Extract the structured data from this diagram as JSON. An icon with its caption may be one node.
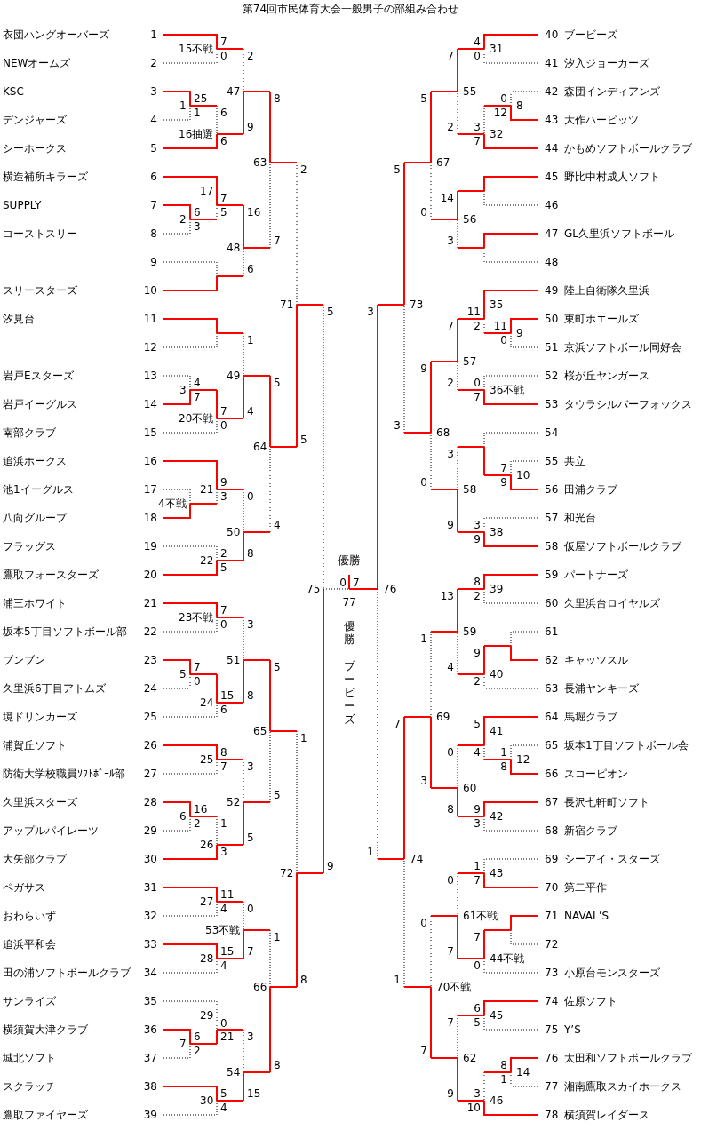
{
  "diagram": {
    "title": "第74回市民体育大会一般男子の部組み合わせ",
    "nodes": [
      {
        "text": [
          "衣団ハングオーバーズ",
          "1"
        ]
      },
      {
        "text": [
          "NEWオームズ",
          "2"
        ]
      },
      {
        "text": [
          "KSC",
          "3"
        ]
      },
      {
        "text": [
          "デンジャーズ",
          "4"
        ]
      },
      {
        "text": [
          "シーホークス",
          "5"
        ]
      },
      {
        "text": [
          "横造補所キラーズ",
          "6"
        ]
      },
      {
        "text": [
          "SUPPLY",
          "7"
        ]
      },
      {
        "text": [
          "コーストスリー",
          "8"
        ]
      },
      {
        "text": [
          "9"
        ]
      },
      {
        "text": [
          "スリースターズ",
          "10"
        ]
      },
      {
        "text": [
          "汐見台",
          "11"
        ]
      },
      {
        "text": [
          "12"
        ]
      },
      {
        "text": [
          "岩戸Eスターズ",
          "13"
        ]
      },
      {
        "text": [
          "岩戸イーグルス",
          "14"
        ]
      },
      {
        "text": [
          "南部クラブ",
          "15"
        ]
      },
      {
        "text": [
          "追浜ホークス",
          "16"
        ]
      },
      {
        "text": [
          "池1イーグルス",
          "17"
        ]
      },
      {
        "text": [
          "八向グループ",
          "18"
        ]
      },
      {
        "text": [
          "フラッグス",
          "19"
        ]
      },
      {
        "text": [
          "鷹取フォースターズ",
          "20"
        ]
      },
      {
        "text": [
          "浦三ホワイト",
          "21"
        ]
      },
      {
        "text": [
          "坂本5丁目ソフトボール部",
          "22"
        ]
      },
      {
        "text": [
          "ブンブン",
          "23"
        ]
      },
      {
        "text": [
          "久里浜6丁目アトムズ",
          "24"
        ]
      },
      {
        "text": [
          "境ドリンカーズ",
          "25"
        ]
      },
      {
        "text": [
          "浦賀丘ソフト",
          "26"
        ]
      },
      {
        "text": [
          "防衛大学校職員ｿﾌﾄﾎﾞｰﾙ部",
          "27"
        ]
      },
      {
        "text": [
          "久里浜スターズ",
          "28"
        ]
      },
      {
        "text": [
          "アップルパイレーツ",
          "29"
        ]
      },
      {
        "text": [
          "大矢部クラブ",
          "30"
        ]
      },
      {
        "text": [
          "ペガサス",
          "31"
        ]
      },
      {
        "text": [
          "おわらいず",
          "32"
        ]
      },
      {
        "text": [
          "追浜平和会",
          "33"
        ]
      },
      {
        "text": [
          "田の浦ソフトボールクラブ",
          "34"
        ]
      },
      {
        "text": [
          "サンライズ",
          "35"
        ]
      },
      {
        "text": [
          "横須賀大津クラブ",
          "36"
        ]
      },
      {
        "text": [
          "城北ソフト",
          "37"
        ]
      },
      {
        "text": [
          "スクラッチ",
          "38"
        ]
      },
      {
        "text": [
          "鷹取ファイヤーズ",
          "39"
        ]
      },
      {
        "text": [
          "40",
          "ブービーズ"
        ]
      },
      {
        "text": [
          "41",
          "汐入ジョーカーズ"
        ]
      },
      {
        "text": [
          "42",
          "森団インディアンズ"
        ]
      },
      {
        "text": [
          "43",
          "大作ハービッツ"
        ]
      },
      {
        "text": [
          "44",
          "かもめソフトボールクラブ"
        ]
      },
      {
        "text": [
          "45",
          "野比中村成人ソフト"
        ]
      },
      {
        "text": [
          "46"
        ]
      },
      {
        "text": [
          "47",
          "GL久里浜ソフトボール"
        ]
      },
      {
        "text": [
          "48"
        ]
      },
      {
        "text": [
          "49",
          "陸上自衛隊久里浜"
        ]
      },
      {
        "text": [
          "50",
          "東町ホエールズ"
        ]
      },
      {
        "text": [
          "51",
          "京浜ソフトボール同好会"
        ]
      },
      {
        "text": [
          "52",
          "桜が丘ヤンガース"
        ]
      },
      {
        "text": [
          "53",
          "タウラシルバーフォックス"
        ]
      },
      {
        "text": [
          "54"
        ]
      },
      {
        "text": [
          "55",
          "共立"
        ]
      },
      {
        "text": [
          "56",
          "田浦クラブ"
        ]
      },
      {
        "text": [
          "57",
          "和光台"
        ]
      },
      {
        "text": [
          "58",
          "仮屋ソフトボールクラブ"
        ]
      },
      {
        "text": [
          "59",
          "パートナーズ"
        ]
      },
      {
        "text": [
          "60",
          "久里浜台ロイヤルズ"
        ]
      },
      {
        "text": [
          "61"
        ]
      },
      {
        "text": [
          "62",
          "キャッツスル"
        ]
      },
      {
        "text": [
          "63",
          "長浦ヤンキーズ"
        ]
      },
      {
        "text": [
          "64",
          "馬堀クラブ"
        ]
      },
      {
        "text": [
          "65",
          "坂本1丁目ソフトボール会"
        ]
      },
      {
        "text": [
          "66",
          "スコーピオン"
        ]
      },
      {
        "text": [
          "67",
          "長沢七軒町ソフト"
        ]
      },
      {
        "text": [
          "68",
          "新宿クラブ"
        ]
      },
      {
        "text": [
          "69",
          "シーアイ・スターズ"
        ]
      },
      {
        "text": [
          "70",
          "第二平作"
        ]
      },
      {
        "text": [
          "71",
          "NAVAL’S"
        ]
      },
      {
        "text": [
          "72"
        ]
      },
      {
        "text": [
          "73",
          "小原台モンスターズ"
        ]
      },
      {
        "text": [
          "74",
          "佐原ソフト"
        ]
      },
      {
        "text": [
          "75",
          "Y’S"
        ]
      },
      {
        "text": [
          "76",
          "太田和ソフトボールクラブ"
        ]
      },
      {
        "text": [
          "77",
          "湘南鷹取スカイホークス"
        ]
      },
      {
        "text": [
          "78",
          "横須賀レイダース"
        ]
      },
      {
        "text": [
          "15不戦"
        ]
      },
      {
        "text": [
          "47"
        ]
      },
      {
        "text": [
          "1"
        ]
      },
      {
        "text": [
          "16抽選"
        ]
      },
      {
        "text": [
          "63"
        ]
      },
      {
        "text": [
          "17"
        ]
      },
      {
        "text": [
          "2"
        ]
      },
      {
        "text": [
          "48"
        ]
      },
      {
        "text": [],
        "shape": "bar"
      },
      {
        "text": [
          "71"
        ]
      },
      {
        "text": [],
        "shape": "bar"
      },
      {
        "text": [
          "49"
        ]
      },
      {
        "text": [
          "3"
        ]
      },
      {
        "text": [
          "20不戦"
        ]
      },
      {
        "text": [
          "64"
        ]
      },
      {
        "text": [
          "21"
        ]
      },
      {
        "text": [
          "4不戦"
        ]
      },
      {
        "text": [
          "50"
        ]
      },
      {
        "text": [
          "22"
        ]
      },
      {
        "text": [
          "75"
        ]
      },
      {
        "text": [
          "23不戦"
        ]
      },
      {
        "text": [
          "51"
        ]
      },
      {
        "text": [
          "5"
        ]
      },
      {
        "text": [
          "24"
        ]
      },
      {
        "text": [
          "65"
        ]
      },
      {
        "text": [
          "25"
        ]
      },
      {
        "text": [
          "52"
        ]
      },
      {
        "text": [
          "6"
        ]
      },
      {
        "text": [
          "26"
        ]
      },
      {
        "text": [
          "72"
        ]
      },
      {
        "text": [
          "27"
        ]
      },
      {
        "text": [
          "53不戦"
        ]
      },
      {
        "text": [
          "28"
        ]
      },
      {
        "text": [
          "66"
        ]
      },
      {
        "text": [
          "29"
        ]
      },
      {
        "text": [
          "7"
        ]
      },
      {
        "text": [
          "54"
        ]
      },
      {
        "text": [
          "30"
        ]
      },
      {
        "text": [
          "優勝"
        ]
      },
      {
        "text": [
          "77"
        ]
      },
      {
        "text": [
          "31"
        ]
      },
      {
        "text": [
          "55"
        ]
      },
      {
        "text": [
          "8"
        ]
      },
      {
        "text": [
          "32"
        ]
      },
      {
        "text": [
          "67"
        ]
      },
      {
        "text": [],
        "shape": "bar"
      },
      {
        "text": [
          "56"
        ]
      },
      {
        "text": [],
        "shape": "bar"
      },
      {
        "text": [
          "73"
        ]
      },
      {
        "text": [
          "35"
        ]
      },
      {
        "text": [
          "9"
        ]
      },
      {
        "text": [
          "57"
        ]
      },
      {
        "text": [
          "36不戦"
        ]
      },
      {
        "text": [
          "68"
        ]
      },
      {
        "text": [],
        "shape": "bar"
      },
      {
        "text": [
          "10"
        ]
      },
      {
        "text": [
          "58"
        ]
      },
      {
        "text": [
          "38"
        ]
      },
      {
        "text": [
          "76"
        ]
      },
      {
        "text": [
          "39"
        ]
      },
      {
        "text": [
          "59"
        ]
      },
      {
        "text": [],
        "shape": "bar"
      },
      {
        "text": [
          "40"
        ]
      },
      {
        "text": [
          "69"
        ]
      },
      {
        "text": [
          "41"
        ]
      },
      {
        "text": [
          "12"
        ]
      },
      {
        "text": [
          "60"
        ]
      },
      {
        "text": [
          "42"
        ]
      },
      {
        "text": [
          "74"
        ]
      },
      {
        "text": [
          "43"
        ]
      },
      {
        "text": [
          "61不戦"
        ]
      },
      {
        "text": [],
        "shape": "bar"
      },
      {
        "text": [
          "44不戦"
        ]
      },
      {
        "text": [
          "70不戦"
        ]
      },
      {
        "text": [
          "45"
        ]
      },
      {
        "text": [
          "62"
        ]
      },
      {
        "text": [
          "14"
        ]
      },
      {
        "text": [
          "46"
        ]
      }
    ],
    "edges": [
      {
        "from": 0,
        "to": 78,
        "arrow": "none",
        "label": "7"
      },
      {
        "from": 1,
        "to": 78,
        "arrow": "none",
        "label": "0",
        "style": "dashed",
        "color": "#000000"
      },
      {
        "from": 78,
        "to": 79,
        "arrow": "none",
        "label": "2",
        "style": "dashed",
        "color": "#000000"
      },
      {
        "from": 81,
        "to": 79,
        "arrow": "none",
        "label": "9"
      },
      {
        "from": 2,
        "to": 80,
        "arrow": "none",
        "label": "25"
      },
      {
        "from": 3,
        "to": 80,
        "arrow": "none",
        "label": "1",
        "style": "dashed",
        "color": "#000000"
      },
      {
        "from": 80,
        "to": 81,
        "arrow": "none",
        "label": "6",
        "style": "dashed",
        "color": "#000000"
      },
      {
        "from": 4,
        "to": 81,
        "arrow": "none",
        "label": "6"
      },
      {
        "from": 79,
        "to": 82,
        "arrow": "none",
        "label": "8"
      },
      {
        "from": 85,
        "to": 82,
        "arrow": "none",
        "label": "7",
        "style": "dashed",
        "color": "#000000"
      },
      {
        "from": 5,
        "to": 83,
        "arrow": "none",
        "label": "7"
      },
      {
        "from": 84,
        "to": 83,
        "arrow": "none",
        "label": "5",
        "style": "dashed",
        "color": "#000000"
      },
      {
        "from": 6,
        "to": 84,
        "arrow": "none",
        "label": "6"
      },
      {
        "from": 7,
        "to": 84,
        "arrow": "none",
        "label": "3",
        "style": "dashed",
        "color": "#000000"
      },
      {
        "from": 83,
        "to": 85,
        "arrow": "none",
        "label": "16"
      },
      {
        "from": 86,
        "to": 85,
        "arrow": "none",
        "label": "6",
        "style": "dashed",
        "color": "#000000"
      },
      {
        "from": 8,
        "to": 86,
        "arrow": "none",
        "style": "dashed",
        "color": "#000000"
      },
      {
        "from": 9,
        "to": 86,
        "arrow": "none"
      },
      {
        "from": 82,
        "to": 87,
        "arrow": "none",
        "label": "2",
        "style": "dashed",
        "color": "#000000"
      },
      {
        "from": 92,
        "to": 87,
        "arrow": "none",
        "label": "5"
      },
      {
        "from": 10,
        "to": 88,
        "arrow": "none"
      },
      {
        "from": 11,
        "to": 88,
        "arrow": "none",
        "style": "dashed",
        "color": "#000000"
      },
      {
        "from": 88,
        "to": 89,
        "arrow": "none",
        "label": "1",
        "style": "dashed",
        "color": "#000000"
      },
      {
        "from": 91,
        "to": 89,
        "arrow": "none",
        "label": "4"
      },
      {
        "from": 12,
        "to": 90,
        "arrow": "none",
        "label": "4",
        "style": "dashed",
        "color": "#000000"
      },
      {
        "from": 13,
        "to": 90,
        "arrow": "none",
        "label": "7"
      },
      {
        "from": 90,
        "to": 91,
        "arrow": "none",
        "label": "7"
      },
      {
        "from": 14,
        "to": 91,
        "arrow": "none",
        "label": "0",
        "style": "dashed",
        "color": "#000000"
      },
      {
        "from": 89,
        "to": 92,
        "arrow": "none",
        "label": "5"
      },
      {
        "from": 95,
        "to": 92,
        "arrow": "none",
        "label": "4",
        "style": "dashed",
        "color": "#000000"
      },
      {
        "from": 15,
        "to": 93,
        "arrow": "none",
        "label": "9"
      },
      {
        "from": 94,
        "to": 93,
        "arrow": "none",
        "label": "3",
        "style": "dashed",
        "color": "#000000"
      },
      {
        "from": 16,
        "to": 94,
        "arrow": "none",
        "style": "dashed",
        "color": "#000000"
      },
      {
        "from": 17,
        "to": 94,
        "arrow": "none"
      },
      {
        "from": 93,
        "to": 95,
        "arrow": "none",
        "label": "0",
        "style": "dashed",
        "color": "#000000"
      },
      {
        "from": 96,
        "to": 95,
        "arrow": "none",
        "label": "8"
      },
      {
        "from": 18,
        "to": 96,
        "arrow": "none",
        "label": "2",
        "style": "dashed",
        "color": "#000000"
      },
      {
        "from": 19,
        "to": 96,
        "arrow": "none",
        "label": "5"
      },
      {
        "from": 87,
        "to": 97,
        "arrow": "none",
        "label": "5",
        "style": "dashed",
        "color": "#000000"
      },
      {
        "from": 107,
        "to": 97,
        "arrow": "none",
        "label": "9"
      },
      {
        "from": 20,
        "to": 98,
        "arrow": "none",
        "label": "7"
      },
      {
        "from": 21,
        "to": 98,
        "arrow": "none",
        "label": "0",
        "style": "dashed",
        "color": "#000000"
      },
      {
        "from": 98,
        "to": 99,
        "arrow": "none",
        "label": "3",
        "style": "dashed",
        "color": "#000000"
      },
      {
        "from": 101,
        "to": 99,
        "arrow": "none",
        "label": "8"
      },
      {
        "from": 22,
        "to": 100,
        "arrow": "none",
        "label": "7"
      },
      {
        "from": 23,
        "to": 100,
        "arrow": "none",
        "label": "0",
        "style": "dashed",
        "color": "#000000"
      },
      {
        "from": 100,
        "to": 101,
        "arrow": "none",
        "label": "15"
      },
      {
        "from": 24,
        "to": 101,
        "arrow": "none",
        "label": "6",
        "style": "dashed",
        "color": "#000000"
      },
      {
        "from": 99,
        "to": 102,
        "arrow": "none",
        "label": "5"
      },
      {
        "from": 104,
        "to": 102,
        "arrow": "none",
        "label": "5",
        "style": "dashed",
        "color": "#000000"
      },
      {
        "from": 25,
        "to": 103,
        "arrow": "none",
        "label": "8"
      },
      {
        "from": 26,
        "to": 103,
        "arrow": "none",
        "label": "7",
        "style": "dashed",
        "color": "#000000"
      },
      {
        "from": 103,
        "to": 104,
        "arrow": "none",
        "label": "3",
        "style": "dashed",
        "color": "#000000"
      },
      {
        "from": 106,
        "to": 104,
        "arrow": "none",
        "label": "5"
      },
      {
        "from": 27,
        "to": 105,
        "arrow": "none",
        "label": "16"
      },
      {
        "from": 28,
        "to": 105,
        "arrow": "none",
        "label": "2",
        "style": "dashed",
        "color": "#000000"
      },
      {
        "from": 105,
        "to": 106,
        "arrow": "none",
        "label": "1",
        "style": "dashed",
        "color": "#000000"
      },
      {
        "from": 29,
        "to": 106,
        "arrow": "none",
        "label": "3"
      },
      {
        "from": 102,
        "to": 107,
        "arrow": "none",
        "label": "1",
        "style": "dashed",
        "color": "#000000"
      },
      {
        "from": 111,
        "to": 107,
        "arrow": "none",
        "label": "8"
      },
      {
        "from": 30,
        "to": 108,
        "arrow": "none",
        "label": "11"
      },
      {
        "from": 31,
        "to": 108,
        "arrow": "none",
        "label": "4",
        "style": "dashed",
        "color": "#000000"
      },
      {
        "from": 108,
        "to": 109,
        "arrow": "none",
        "label": "0",
        "style": "dashed",
        "color": "#000000"
      },
      {
        "from": 110,
        "to": 109,
        "arrow": "none",
        "label": "7"
      },
      {
        "from": 32,
        "to": 110,
        "arrow": "none",
        "label": "15"
      },
      {
        "from": 33,
        "to": 110,
        "arrow": "none",
        "label": "4",
        "style": "dashed",
        "color": "#000000"
      },
      {
        "from": 109,
        "to": 111,
        "arrow": "none",
        "label": "1",
        "style": "dashed",
        "color": "#000000"
      },
      {
        "from": 114,
        "to": 111,
        "arrow": "none",
        "label": "8"
      },
      {
        "from": 34,
        "to": 112,
        "arrow": "none",
        "label": "0",
        "style": "dashed",
        "color": "#000000"
      },
      {
        "from": 113,
        "to": 112,
        "arrow": "none",
        "label": "21"
      },
      {
        "from": 35,
        "to": 113,
        "arrow": "none",
        "label": "6"
      },
      {
        "from": 36,
        "to": 113,
        "arrow": "none",
        "label": "2",
        "style": "dashed",
        "color": "#000000"
      },
      {
        "from": 112,
        "to": 114,
        "arrow": "none",
        "label": "3",
        "style": "dashed",
        "color": "#000000"
      },
      {
        "from": 115,
        "to": 114,
        "arrow": "none",
        "label": "15"
      },
      {
        "from": 37,
        "to": 115,
        "arrow": "none",
        "label": "5"
      },
      {
        "from": 38,
        "to": 115,
        "arrow": "none",
        "label": "4",
        "style": "dashed",
        "color": "#000000"
      },
      {
        "from": 117,
        "to": 116,
        "arrow": "none"
      },
      {
        "from": 97,
        "to": 117,
        "arrow": "none",
        "label": "0",
        "style": "dashed",
        "color": "#000000"
      },
      {
        "from": 136,
        "to": 117,
        "arrow": "none",
        "label": "7"
      },
      {
        "from": 39,
        "to": 118,
        "arrow": "none",
        "label": "4"
      },
      {
        "from": 40,
        "to": 118,
        "arrow": "none",
        "label": "0",
        "style": "dashed",
        "color": "#000000"
      },
      {
        "from": 118,
        "to": 119,
        "arrow": "none",
        "label": "7"
      },
      {
        "from": 121,
        "to": 119,
        "arrow": "none",
        "label": "2",
        "style": "dashed",
        "color": "#000000"
      },
      {
        "from": 41,
        "to": 120,
        "arrow": "none",
        "label": "0",
        "style": "dashed",
        "color": "#000000"
      },
      {
        "from": 42,
        "to": 120,
        "arrow": "none",
        "label": "12"
      },
      {
        "from": 120,
        "to": 121,
        "arrow": "none",
        "label": "3",
        "style": "dashed",
        "color": "#000000"
      },
      {
        "from": 43,
        "to": 121,
        "arrow": "none",
        "label": "7"
      },
      {
        "from": 119,
        "to": 122,
        "arrow": "none",
        "label": "5"
      },
      {
        "from": 124,
        "to": 122,
        "arrow": "none",
        "label": "0",
        "style": "dashed",
        "color": "#000000"
      },
      {
        "from": 44,
        "to": 123,
        "arrow": "none"
      },
      {
        "from": 45,
        "to": 123,
        "arrow": "none",
        "style": "dashed",
        "color": "#000000"
      },
      {
        "from": 123,
        "to": 124,
        "arrow": "none",
        "label": "14"
      },
      {
        "from": 125,
        "to": 124,
        "arrow": "none",
        "label": "3",
        "style": "dashed",
        "color": "#000000"
      },
      {
        "from": 46,
        "to": 125,
        "arrow": "none"
      },
      {
        "from": 47,
        "to": 125,
        "arrow": "none",
        "style": "dashed",
        "color": "#000000"
      },
      {
        "from": 122,
        "to": 126,
        "arrow": "none",
        "label": "5"
      },
      {
        "from": 131,
        "to": 126,
        "arrow": "none",
        "label": "3",
        "style": "dashed",
        "color": "#000000"
      },
      {
        "from": 48,
        "to": 127,
        "arrow": "none",
        "label": "11"
      },
      {
        "from": 128,
        "to": 127,
        "arrow": "none",
        "label": "2",
        "style": "dashed",
        "color": "#000000"
      },
      {
        "from": 49,
        "to": 128,
        "arrow": "none",
        "label": "11"
      },
      {
        "from": 50,
        "to": 128,
        "arrow": "none",
        "label": "0",
        "style": "dashed",
        "color": "#000000"
      },
      {
        "from": 127,
        "to": 129,
        "arrow": "none",
        "label": "7"
      },
      {
        "from": 130,
        "to": 129,
        "arrow": "none",
        "label": "2",
        "style": "dashed",
        "color": "#000000"
      },
      {
        "from": 51,
        "to": 130,
        "arrow": "none",
        "label": "0",
        "style": "dashed",
        "color": "#000000"
      },
      {
        "from": 52,
        "to": 130,
        "arrow": "none",
        "label": "7"
      },
      {
        "from": 129,
        "to": 131,
        "arrow": "none",
        "label": "9"
      },
      {
        "from": 134,
        "to": 131,
        "arrow": "none",
        "label": "0",
        "style": "dashed",
        "color": "#000000"
      },
      {
        "from": 53,
        "to": 132,
        "arrow": "none",
        "style": "dashed",
        "color": "#000000"
      },
      {
        "from": 133,
        "to": 132,
        "arrow": "none"
      },
      {
        "from": 54,
        "to": 133,
        "arrow": "none",
        "label": "7",
        "style": "dashed",
        "color": "#000000"
      },
      {
        "from": 55,
        "to": 133,
        "arrow": "none",
        "label": "9"
      },
      {
        "from": 132,
        "to": 134,
        "arrow": "none",
        "label": "3",
        "style": "dashed",
        "color": "#000000"
      },
      {
        "from": 135,
        "to": 134,
        "arrow": "none",
        "label": "9"
      },
      {
        "from": 56,
        "to": 135,
        "arrow": "none",
        "label": "3",
        "style": "dashed",
        "color": "#000000"
      },
      {
        "from": 57,
        "to": 135,
        "arrow": "none",
        "label": "9"
      },
      {
        "from": 126,
        "to": 136,
        "arrow": "none",
        "label": "3"
      },
      {
        "from": 146,
        "to": 136,
        "arrow": "none",
        "label": "1",
        "style": "dashed",
        "color": "#000000"
      },
      {
        "from": 58,
        "to": 137,
        "arrow": "none",
        "label": "8"
      },
      {
        "from": 59,
        "to": 137,
        "arrow": "none",
        "label": "2",
        "style": "dashed",
        "color": "#000000"
      },
      {
        "from": 137,
        "to": 138,
        "arrow": "none",
        "label": "13"
      },
      {
        "from": 140,
        "to": 138,
        "arrow": "none",
        "label": "4",
        "style": "dashed",
        "color": "#000000"
      },
      {
        "from": 60,
        "to": 139,
        "arrow": "none",
        "style": "dashed",
        "color": "#000000"
      },
      {
        "from": 61,
        "to": 139,
        "arrow": "none"
      },
      {
        "from": 139,
        "to": 140,
        "arrow": "none",
        "label": "9"
      },
      {
        "from": 62,
        "to": 140,
        "arrow": "none",
        "label": "2",
        "style": "dashed",
        "color": "#000000"
      },
      {
        "from": 138,
        "to": 141,
        "arrow": "none",
        "label": "1",
        "style": "dashed",
        "color": "#000000"
      },
      {
        "from": 144,
        "to": 141,
        "arrow": "none",
        "label": "3"
      },
      {
        "from": 63,
        "to": 142,
        "arrow": "none",
        "label": "5"
      },
      {
        "from": 143,
        "to": 142,
        "arrow": "none",
        "label": "4",
        "style": "dashed",
        "color": "#000000"
      },
      {
        "from": 64,
        "to": 143,
        "arrow": "none",
        "label": "1",
        "style": "dashed",
        "color": "#000000"
      },
      {
        "from": 65,
        "to": 143,
        "arrow": "none",
        "label": "8"
      },
      {
        "from": 142,
        "to": 144,
        "arrow": "none",
        "label": "0",
        "style": "dashed",
        "color": "#000000"
      },
      {
        "from": 145,
        "to": 144,
        "arrow": "none",
        "label": "8"
      },
      {
        "from": 66,
        "to": 145,
        "arrow": "none",
        "label": "9"
      },
      {
        "from": 67,
        "to": 145,
        "arrow": "none",
        "label": "3",
        "style": "dashed",
        "color": "#000000"
      },
      {
        "from": 141,
        "to": 146,
        "arrow": "none",
        "label": "7"
      },
      {
        "from": 151,
        "to": 146,
        "arrow": "none",
        "label": "1",
        "style": "dashed",
        "color": "#000000"
      },
      {
        "from": 68,
        "to": 147,
        "arrow": "none",
        "label": "1",
        "style": "dashed",
        "color": "#000000"
      },
      {
        "from": 69,
        "to": 147,
        "arrow": "none",
        "label": "7"
      },
      {
        "from": 147,
        "to": 148,
        "arrow": "none",
        "label": "0",
        "style": "dashed",
        "color": "#000000"
      },
      {
        "from": 150,
        "to": 148,
        "arrow": "none",
        "label": "7"
      },
      {
        "from": 70,
        "to": 149,
        "arrow": "none"
      },
      {
        "from": 71,
        "to": 149,
        "arrow": "none",
        "style": "dashed",
        "color": "#000000"
      },
      {
        "from": 149,
        "to": 150,
        "arrow": "none",
        "label": "7"
      },
      {
        "from": 72,
        "to": 150,
        "arrow": "none",
        "label": "0",
        "style": "dashed",
        "color": "#000000"
      },
      {
        "from": 148,
        "to": 151,
        "arrow": "none",
        "label": "0",
        "style": "dashed",
        "color": "#000000"
      },
      {
        "from": 153,
        "to": 151,
        "arrow": "none",
        "label": "7"
      },
      {
        "from": 73,
        "to": 152,
        "arrow": "none",
        "label": "6"
      },
      {
        "from": 74,
        "to": 152,
        "arrow": "none",
        "label": "5",
        "style": "dashed",
        "color": "#000000"
      },
      {
        "from": 152,
        "to": 153,
        "arrow": "none",
        "label": "7",
        "style": "dashed",
        "color": "#000000"
      },
      {
        "from": 155,
        "to": 153,
        "arrow": "none",
        "label": "9"
      },
      {
        "from": 75,
        "to": 154,
        "arrow": "none",
        "label": "8"
      },
      {
        "from": 76,
        "to": 154,
        "arrow": "none",
        "label": "1",
        "style": "dashed",
        "color": "#000000"
      },
      {
        "from": 154,
        "to": 155,
        "arrow": "none",
        "label": "3",
        "style": "dashed",
        "color": "#000000"
      },
      {
        "from": 77,
        "to": 155,
        "arrow": "none",
        "label": "10"
      }
    ],
    "labels": [
      "優勝",
      "ブービーズ"
    ]
  }
}
